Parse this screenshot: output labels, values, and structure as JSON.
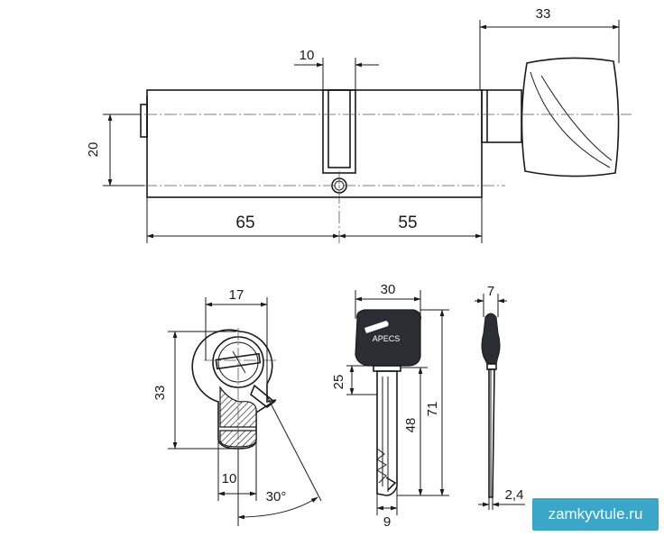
{
  "top_view": {
    "dim_length_left": "65",
    "dim_length_right": "55",
    "dim_knob_width": "33",
    "dim_cam_width": "10",
    "dim_height": "20"
  },
  "profile_view": {
    "dim_width": "17",
    "dim_height": "33",
    "dim_bottom_width": "10",
    "dim_angle": "30°"
  },
  "key_front": {
    "dim_head_width": "30",
    "dim_head_height": "25",
    "dim_blade_length": "48",
    "dim_total_length": "71",
    "dim_blade_width": "9",
    "brand_label": "APECS"
  },
  "key_side": {
    "dim_thickness": "7",
    "dim_blade_thickness": "2,4"
  },
  "watermark": {
    "text": "zamkyvtule.ru"
  }
}
